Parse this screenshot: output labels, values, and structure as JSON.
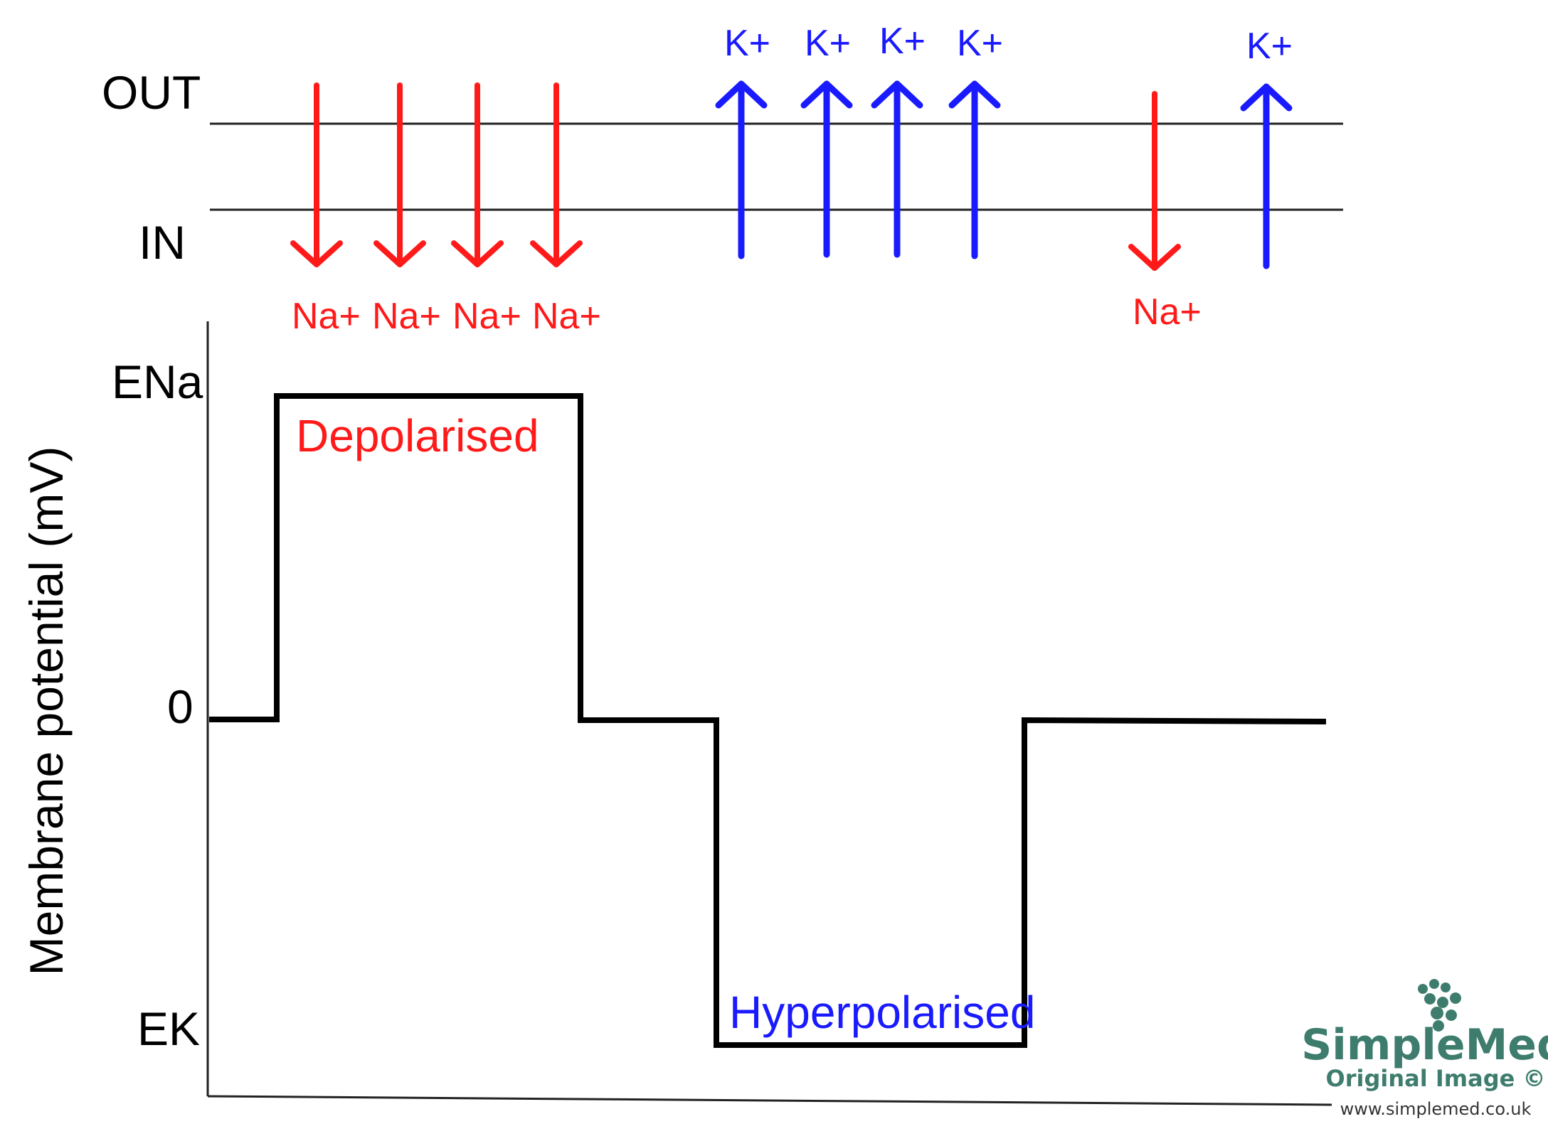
{
  "membrane": {
    "outside_label": "OUT",
    "inside_label": "IN"
  },
  "ions": {
    "sodium_label": "Na+",
    "potassium_label": "K+",
    "sodium_color": "#ff1a1a",
    "potassium_color": "#1a1aff",
    "influx_groups": [
      {
        "ion": "Na+",
        "direction": "in",
        "count": 4
      },
      {
        "ion": "K+",
        "direction": "out",
        "count": 4
      },
      {
        "ion": "Na+",
        "direction": "in",
        "count": 1
      },
      {
        "ion": "K+",
        "direction": "out",
        "count": 1
      }
    ]
  },
  "graph": {
    "y_axis_title": "Membrane potential (mV)",
    "y_ticks": [
      "ENa",
      "0",
      "EK"
    ],
    "depolarised_label": "Depolarised",
    "hyperpolarised_label": "Hyperpolarised",
    "trace_color": "#000000",
    "trace_levels_sequence": [
      "0",
      "ENa",
      "0",
      "EK",
      "0"
    ]
  },
  "logo": {
    "name": "SimpleMed",
    "subtitle": "Original Image ©",
    "url": "www.simplemed.co.uk",
    "color": "#3e7d6e"
  }
}
